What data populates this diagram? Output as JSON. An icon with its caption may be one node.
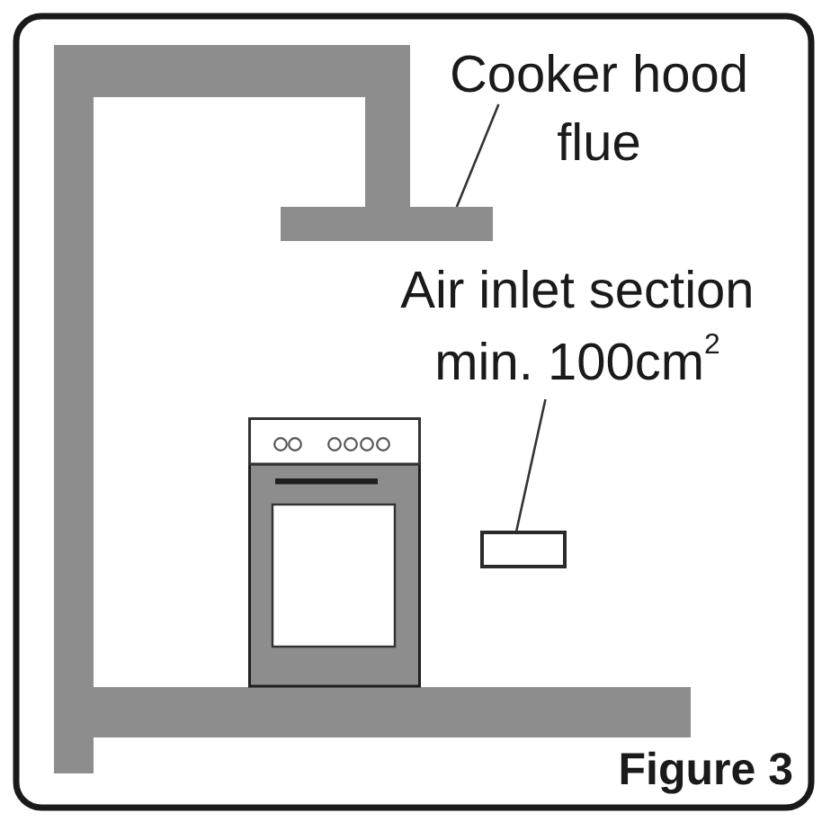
{
  "diagram": {
    "caption": "Figure 3",
    "nodes": [
      {
        "text": [
          "Cooker hood flue"
        ]
      },
      {
        "text": [],
        "shape": "bar"
      },
      {
        "text": [
          "Air inlet section min. 100cm$^{2}$"
        ]
      },
      {
        "text": [],
        "shape": "box"
      }
    ],
    "edges": [
      {
        "from": 0,
        "to": 1,
        "arrow": "none"
      },
      {
        "from": 2,
        "to": 3,
        "arrow": "none"
      }
    ]
  }
}
